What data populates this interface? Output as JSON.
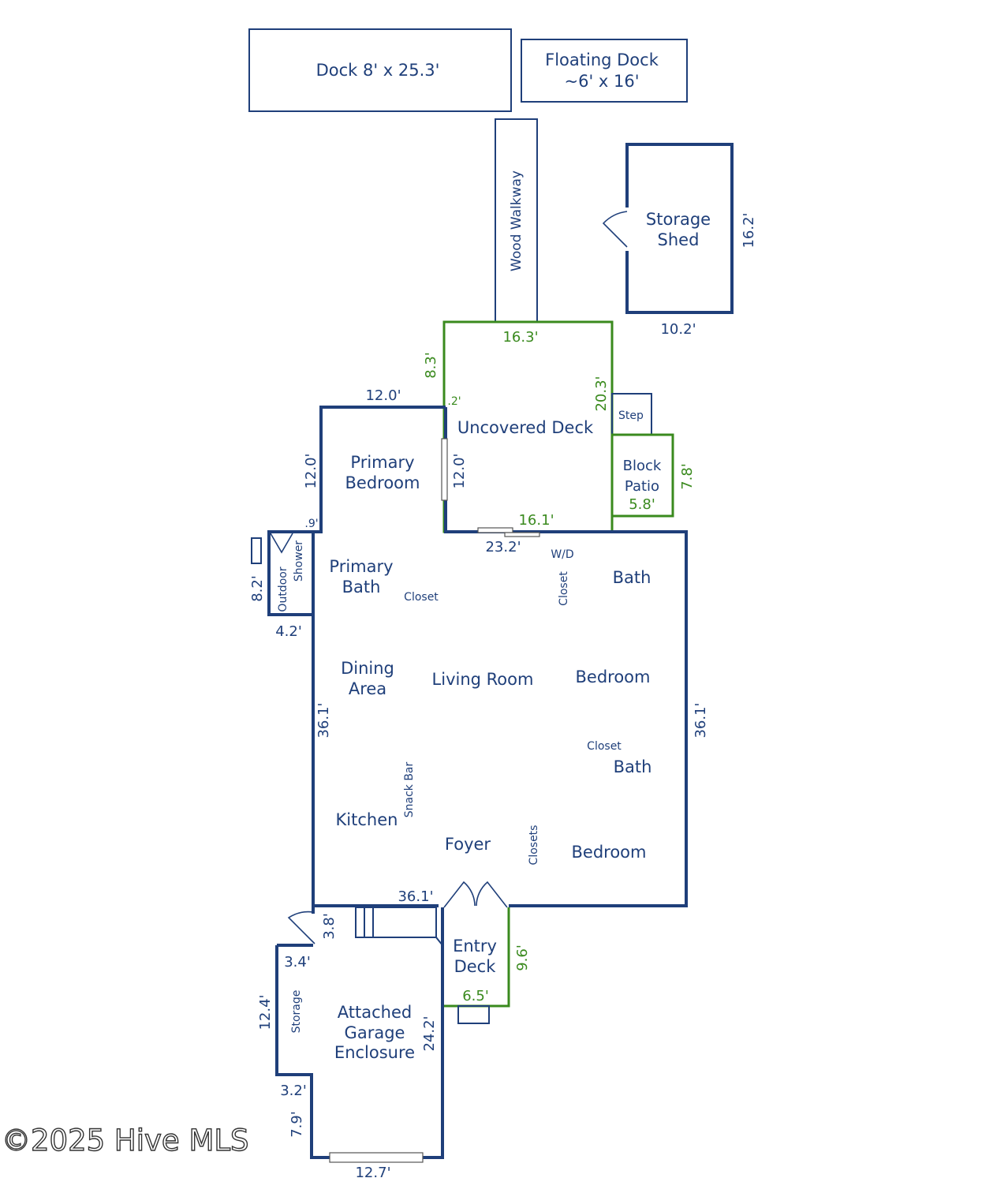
{
  "structures": {
    "dock": "Dock 8' x 25.3'",
    "floating_dock_line1": "Floating Dock",
    "floating_dock_line2": "~6' x 16'",
    "walkway": "Wood Walkway",
    "shed_line1": "Storage",
    "shed_line2": "Shed"
  },
  "rooms": {
    "uncovered_deck": "Uncovered Deck",
    "step": "Step",
    "block_patio_line1": "Block",
    "block_patio_line2": "Patio",
    "primary_bedroom_line1": "Primary",
    "primary_bedroom_line2": "Bedroom",
    "primary_bath_line1": "Primary",
    "primary_bath_line2": "Bath",
    "closet": "Closet",
    "wd": "W/D",
    "bath": "Bath",
    "outdoor": "Outdoor",
    "shower": "Shower",
    "dining_line1": "Dining",
    "dining_line2": "Area",
    "living_room": "Living Room",
    "bedroom": "Bedroom",
    "snack_bar": "Snack Bar",
    "kitchen": "Kitchen",
    "foyer": "Foyer",
    "closets": "Closets",
    "entry_deck_line1": "Entry",
    "entry_deck_line2": "Deck",
    "storage": "Storage",
    "garage_line1": "Attached",
    "garage_line2": "Garage",
    "garage_line3": "Enclosure"
  },
  "dimensions": {
    "shed_h": "16.2'",
    "shed_w": "10.2'",
    "deck_top": "16.3'",
    "deck_left": "8.3'",
    "deck_right": "20.3'",
    "deck_small": ".2'",
    "deck_bottom": "16.1'",
    "patio_h": "7.8'",
    "patio_w": "5.8'",
    "pb_top": "12.0'",
    "pb_left": "12.0'",
    "pb_right": "12.0'",
    "notch": ".9'",
    "outdoor_h": "8.2'",
    "outdoor_w": "4.2'",
    "house_mid": "23.2'",
    "house_left": "36.1'",
    "house_right": "36.1'",
    "house_bottom": "36.1'",
    "garage_step": "3.8'",
    "garage_a": "3.4'",
    "garage_left": "12.4'",
    "garage_right": "24.2'",
    "garage_b": "3.2'",
    "garage_c": "7.9'",
    "garage_bottom": "12.7'",
    "entry_h": "9.6'",
    "entry_w": "6.5'"
  },
  "watermark": "©2025 Hive MLS"
}
